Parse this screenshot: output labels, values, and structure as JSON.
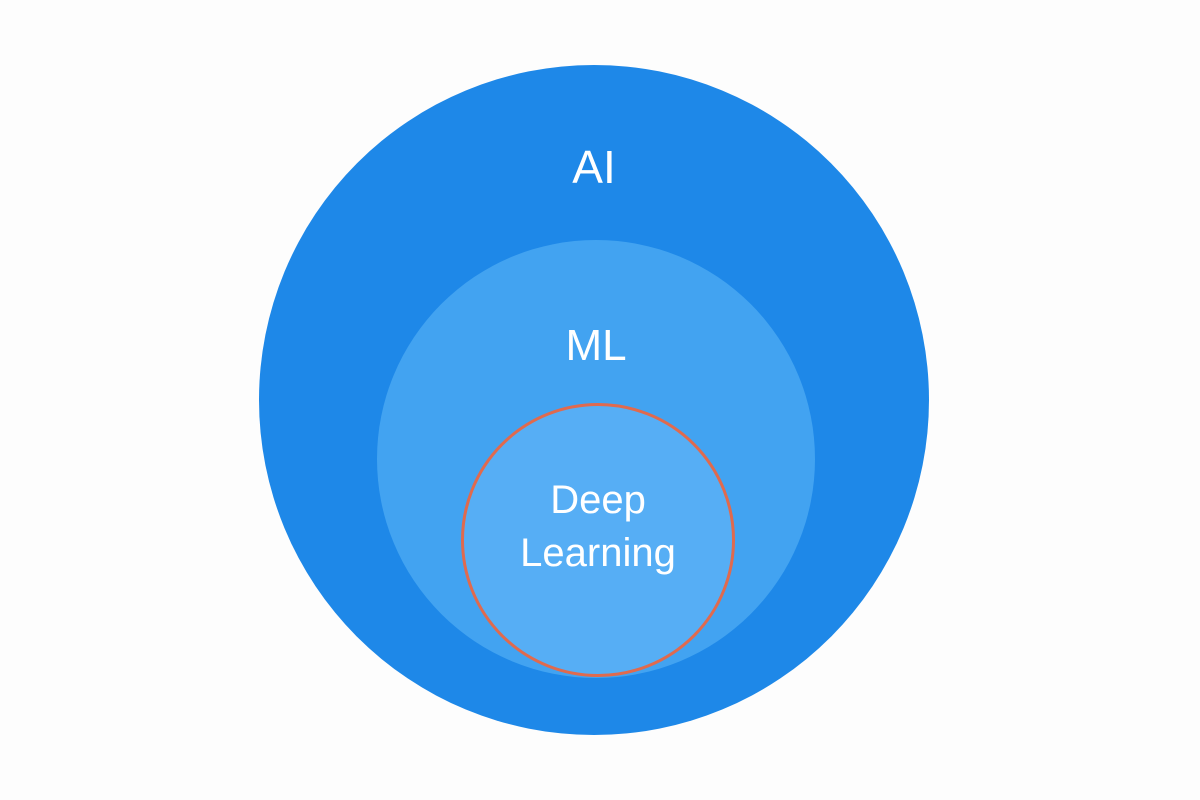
{
  "diagram": {
    "type": "nested-circles",
    "circles": [
      {
        "label": "AI",
        "fill": "#1e88e8"
      },
      {
        "label": "ML",
        "fill": "#42a3f1"
      },
      {
        "label_lines": [
          "Deep",
          "Learning"
        ],
        "fill": "#56aef5",
        "outline": "#e06a4e"
      }
    ]
  },
  "colors": {
    "background": "#fdfdfd",
    "text": "#ffffff"
  }
}
